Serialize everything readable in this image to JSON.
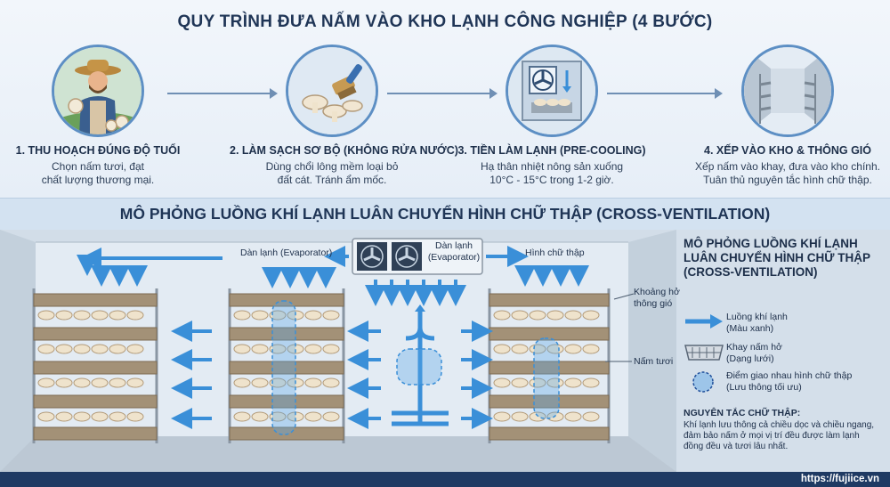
{
  "title": "QUY TRÌNH ĐƯA NẤM VÀO KHO LẠNH CÔNG NGHIỆP (4 BƯỚC)",
  "steps": [
    {
      "title": "1. THU HOẠCH ĐÚNG ĐỘ TUỔI",
      "desc1": "Chọn nấm tươi, đạt",
      "desc2": "chất lượng thương mại."
    },
    {
      "title": "2. LÀM SẠCH SƠ BỘ (KHÔNG RỬA NƯỚC)",
      "desc1": "Dùng chổi lông mềm loại bỏ",
      "desc2": "đất cát. Tránh ẩm mốc."
    },
    {
      "title": "3. TIỀN LÀM LẠNH (PRE-COOLING)",
      "desc1": "Hạ thân nhiệt nông sản xuống",
      "desc2": "10°C - 15°C trong 1-2 giờ."
    },
    {
      "title": "4. XẾP VÀO KHO & THÔNG GIÓ",
      "desc1": "Xếp nấm vào khay, đưa vào kho chính.",
      "desc2": "Tuân thủ nguyên tắc hình chữ thập."
    }
  ],
  "section_title": "MÔ PHỎNG LUỒNG KHÍ LẠNH LUÂN CHUYỂN HÌNH CHỮ THẬP (CROSS-VENTILATION)",
  "diagram": {
    "evap_left": "Dàn lạnh (Evaporator)",
    "evap_center_1": "Dàn lạnh",
    "evap_center_2": "(Evaporator)",
    "cross_label": "Hình chữ thập",
    "gap_1": "Khoảng hở",
    "gap_2": "thông gió",
    "mushroom": "Nấm tươi"
  },
  "legend": {
    "title_1": "MÔ PHỎNG LUỒNG KHÍ LẠNH",
    "title_2": "LUÂN CHUYỂN HÌNH CHỮ THẬP",
    "title_3": "(CROSS-VENTILATION)",
    "air_1": "Luồng khí lạnh",
    "air_2": "(Màu xanh)",
    "tray_1": "Khay nấm hở",
    "tray_2": "(Dạng lưới)",
    "cross_1": "Điểm giao nhau hình chữ thập",
    "cross_2": "(Lưu thông tối ưu)"
  },
  "principle_title": "NGUYÊN TẮC CHỮ THẬP:",
  "principle_1": "Khí lạnh lưu thông cả chiều dọc và chiều ngang,",
  "principle_2": "đảm bảo nấm ở mọi vị trí đều được làm lạnh",
  "principle_3": "đồng đều và tươi lâu nhất.",
  "url": "https://fujiice.vn",
  "colors": {
    "air": "#3a8fd8",
    "frame": "#8a96a3",
    "navy": "#1f3a63"
  }
}
